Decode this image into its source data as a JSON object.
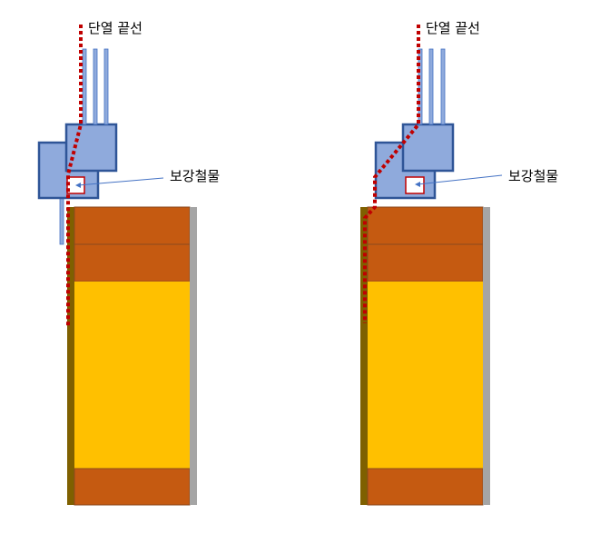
{
  "diagrams": [
    {
      "insulation_label": "단열 끝선",
      "reinforcement_label": "보강철물"
    },
    {
      "insulation_label": "단열 끝선",
      "reinforcement_label": "보강철물"
    }
  ],
  "colors": {
    "box_fill": "#8faadc",
    "box_stroke": "#2f5597",
    "rod_fill": "#8faadc",
    "orange": "#c55a11",
    "yellow": "#ffc000",
    "olive": "#7f6000",
    "gray": "#a5a5a5",
    "dotted_line": "#c00000",
    "bracket": "#c00000"
  }
}
